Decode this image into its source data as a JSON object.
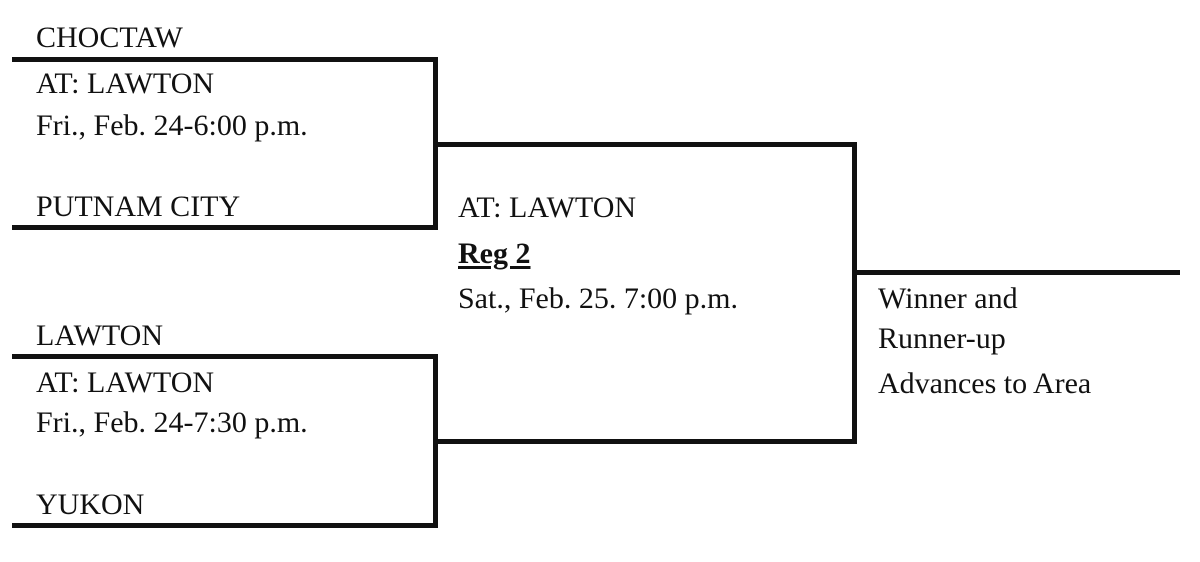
{
  "bracket": {
    "game1": {
      "team_top": "CHOCTAW",
      "location": "AT: LAWTON",
      "datetime": "Fri., Feb. 24-6:00 p.m.",
      "team_bottom": "PUTNAM CITY"
    },
    "game2": {
      "team_top": "LAWTON",
      "location": "AT: LAWTON",
      "datetime": "Fri., Feb. 24-7:30 p.m.",
      "team_bottom": "YUKON"
    },
    "final": {
      "location": "AT: LAWTON",
      "title": "Reg 2",
      "datetime": "Sat., Feb. 25. 7:00 p.m."
    },
    "result": {
      "line1": "Winner and",
      "line2": "Runner-up",
      "line3": "Advances to Area"
    }
  }
}
